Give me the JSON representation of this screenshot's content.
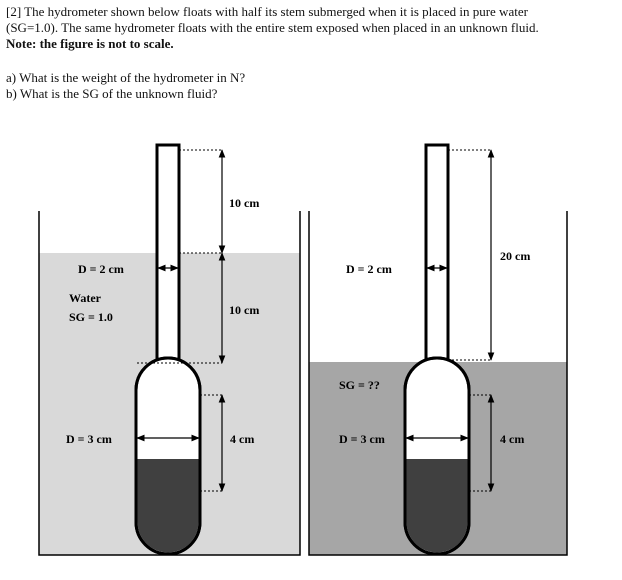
{
  "problem": {
    "line1": "[2] The hydrometer shown below floats with half its stem submerged when it is placed in pure water",
    "line2": "(SG=1.0). The same hydrometer floats with the entire stem exposed when placed in an unknown fluid.",
    "note": "Note: the figure is not to scale.",
    "question_a": "a) What is the weight of the hydrometer in N?",
    "question_b": "b) What is the SG of the unknown fluid?"
  },
  "figure_left": {
    "stem_above_label": "10 cm",
    "stem_diameter_label": "D = 2 cm",
    "fluid_name": "Water",
    "fluid_sg": "SG = 1.0",
    "stem_below_label": "10 cm",
    "bulb_diameter_label": "D = 3 cm",
    "bulb_length_label": "4 cm",
    "fluid_color": "#d9d9d9"
  },
  "figure_right": {
    "stem_label": "20 cm",
    "stem_diameter_label": "D = 2 cm",
    "fluid_sg": "SG = ??",
    "bulb_diameter_label": "D = 3 cm",
    "bulb_length_label": "4 cm",
    "fluid_color": "#a6a6a6"
  },
  "colors": {
    "ballast": "#404040",
    "outline": "#000000"
  }
}
